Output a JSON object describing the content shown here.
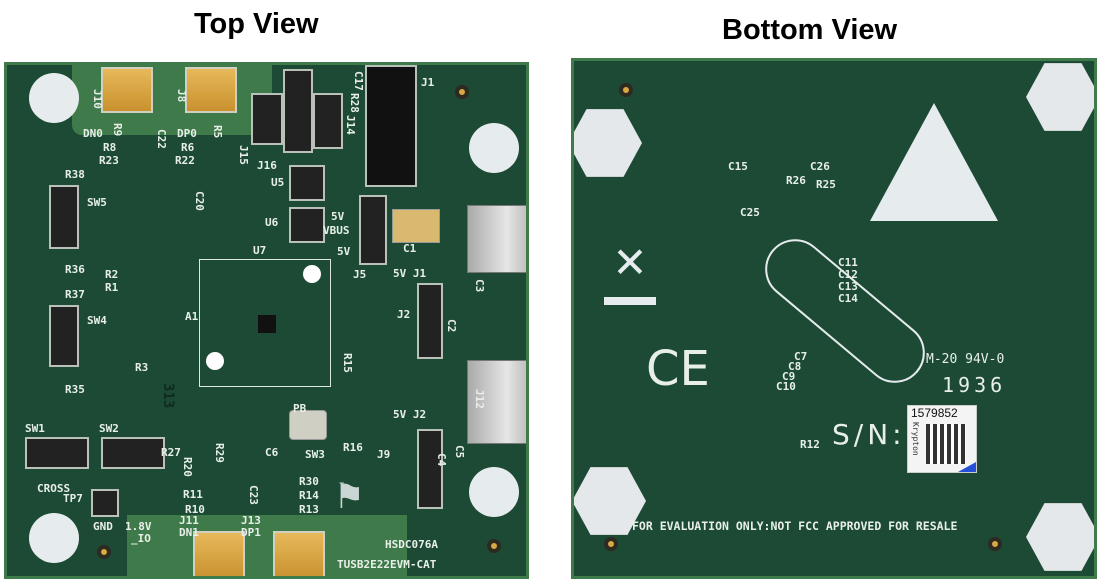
{
  "titles": {
    "top": "Top View",
    "bottom": "Bottom View"
  },
  "colors": {
    "pcb": "#1c4a35",
    "silkscreen": "#e8efe9",
    "gold": "#d8a842"
  },
  "top_board": {
    "silkscreen": [
      "J10",
      "J8",
      "DN0",
      "DP0",
      "R9",
      "R5",
      "R8",
      "R23",
      "R6",
      "R22",
      "C22",
      "J15",
      "J16",
      "U5",
      "U6",
      "5V",
      "VBUS",
      "5V",
      "C17",
      "R28",
      "J14",
      "J1",
      "J5",
      "C1",
      "5V  J1",
      "J2",
      "C20",
      "R38",
      "SW5",
      "R36",
      "R2",
      "R1",
      "R37",
      "SW4",
      "U7",
      "A1",
      "R3",
      "R35",
      "313",
      "R15",
      "PB",
      "SW1",
      "SW2",
      "R27",
      "CROSS",
      "R20",
      "R29",
      "R11",
      "R10",
      "C23",
      "R30",
      "R14",
      "R13",
      "C6",
      "SW3",
      "R16",
      "5V  J2",
      "J9",
      "C4",
      "C5",
      "J12",
      "TP7",
      "GND",
      "1.8V",
      "_IO",
      "J11",
      "DN1",
      "J13",
      "DP1",
      "HSDC076A",
      "TUSB2E22EVM-CAT",
      "C3",
      "C2"
    ]
  },
  "bottom_board": {
    "silkscreen": [
      "C15",
      "R26",
      "C26",
      "R25",
      "C25",
      "C11",
      "C12",
      "C13",
      "C14",
      "C7",
      "C8",
      "C9",
      "C10",
      "M-20 94V-0",
      "1936",
      "R12",
      "S/N:",
      "FOR EVALUATION ONLY:NOT FCC APPROVED FOR RESALE"
    ],
    "ce_mark": "CE",
    "serial_label": {
      "number": "1579852",
      "brand": "Krypton"
    }
  }
}
